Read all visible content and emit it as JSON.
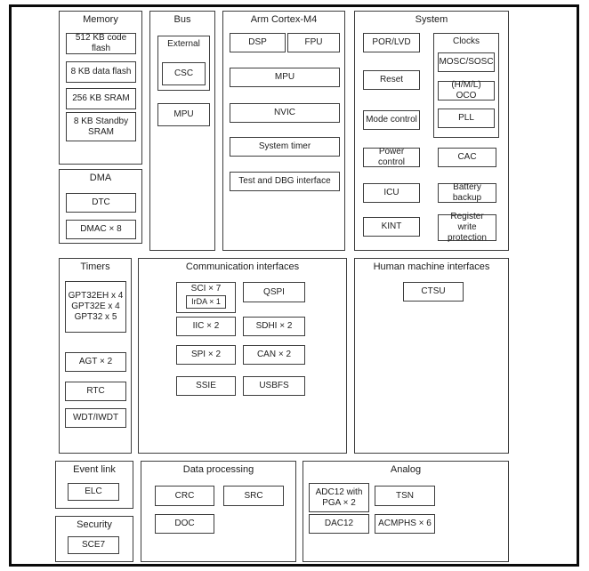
{
  "colors": {
    "frame_border": "#0a0a0a",
    "box_border": "#3d3d3d",
    "text": "#1d1d1d",
    "background": "#ffffff"
  },
  "blocks": {
    "memory": {
      "title": "Memory",
      "items": [
        "512 KB code flash",
        "8 KB data flash",
        "256 KB SRAM",
        "8 KB Standby SRAM"
      ]
    },
    "dma": {
      "title": "DMA",
      "items": [
        "DTC",
        "DMAC × 8"
      ]
    },
    "bus": {
      "title": "Bus",
      "external_title": "External",
      "csc": "CSC",
      "mpu": "MPU"
    },
    "cortex": {
      "title": "Arm Cortex-M4",
      "dsp": "DSP",
      "fpu": "FPU",
      "items": [
        "MPU",
        "NVIC",
        "System timer",
        "Test and DBG interface"
      ]
    },
    "system": {
      "title": "System",
      "left": [
        "POR/LVD",
        "Reset",
        "Mode control",
        "Power control",
        "ICU",
        "KINT"
      ],
      "clocks": {
        "title": "Clocks",
        "items": [
          "MOSC/SOSC",
          "(H/M/L) OCO",
          "PLL"
        ]
      },
      "right": [
        "CAC",
        "Battery backup",
        "Register write protection"
      ]
    },
    "timers": {
      "title": "Timers",
      "gpt_lines": [
        "GPT32EH x 4",
        "GPT32E x 4",
        "GPT32 x 5"
      ],
      "items": [
        "AGT × 2",
        "RTC",
        "WDT/IWDT"
      ]
    },
    "comm": {
      "title": "Communication interfaces",
      "sci": "SCI × 7",
      "irda": "IrDA × 1",
      "left": [
        "IIC × 2",
        "SPI × 2",
        "SSIE"
      ],
      "right": [
        "QSPI",
        "SDHI × 2",
        "CAN × 2",
        "USBFS"
      ]
    },
    "hmi": {
      "title": "Human machine interfaces",
      "ctsu": "CTSU"
    },
    "event_link": {
      "title": "Event link",
      "elc": "ELC"
    },
    "security": {
      "title": "Security",
      "sce": "SCE7"
    },
    "data_processing": {
      "title": "Data processing",
      "items": [
        "CRC",
        "SRC",
        "DOC"
      ]
    },
    "analog": {
      "title": "Analog",
      "items": [
        "ADC12 with PGA × 2",
        "TSN",
        "DAC12",
        "ACMPHS × 6"
      ]
    }
  }
}
